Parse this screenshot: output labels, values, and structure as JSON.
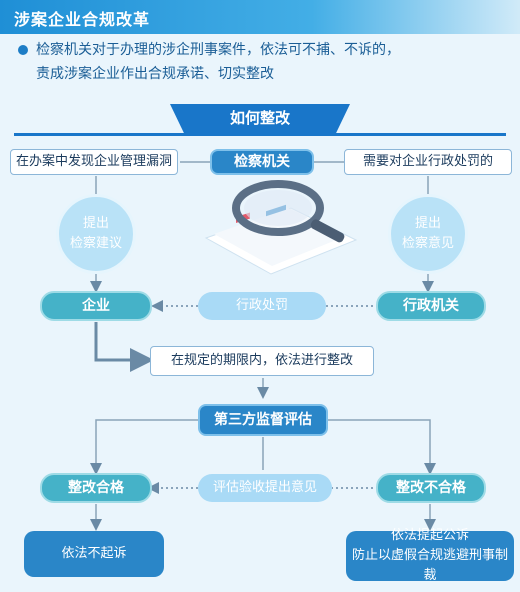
{
  "header": {
    "title": "涉案企业合规改革"
  },
  "intro": {
    "line1": "检察机关对于办理的涉企刑事案件，依法可不捕、不诉的，",
    "line2": "责成涉案企业作出合规承诺、切实整改"
  },
  "banner": {
    "label": "如何整改"
  },
  "nodes": {
    "discover": "在办案中发现企业管理漏洞",
    "procuratorate": "检察机关",
    "admin_penalty_needed": "需要对企业行政处罚的",
    "propose_left_1": "提出",
    "propose_left_2": "检察建议",
    "propose_right_1": "提出",
    "propose_right_2": "检察意见",
    "enterprise": "企业",
    "admin_penalty": "行政处罚",
    "admin_agency": "行政机关",
    "rectify_deadline": "在规定的期限内，依法进行整改",
    "third_party": "第三方监督评估",
    "pass": "整改合格",
    "review": "评估验收提出意见",
    "fail": "整改不合格",
    "no_prosecution": "依法不起诉",
    "prosecute_1": "依法提起公诉",
    "prosecute_2": "防止以虚假合规逃避刑事制裁"
  },
  "colors": {
    "primary": "#2a86c8",
    "light": "#a9daf6",
    "teal": "#45b2c8",
    "text": "#1b5e96"
  },
  "icons": {
    "center": "magnifier-document-illustration"
  }
}
